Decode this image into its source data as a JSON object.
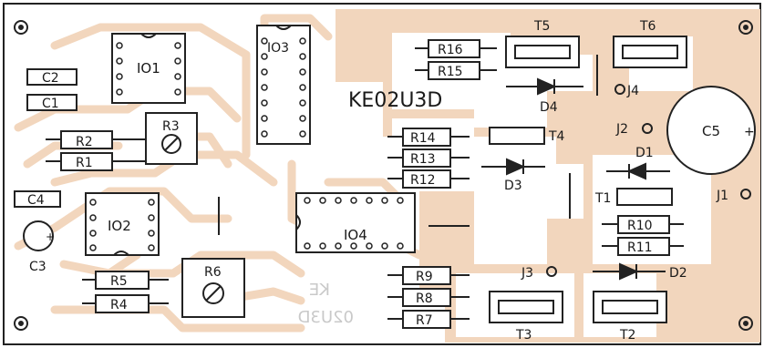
{
  "board": {
    "title": "KE02U3D",
    "mirror_text": [
      "KE",
      "02U3D"
    ]
  },
  "ics": [
    "IO1",
    "IO2",
    "IO3",
    "IO4"
  ],
  "resistors": [
    "R1",
    "R2",
    "R4",
    "R5",
    "R7",
    "R8",
    "R9",
    "R10",
    "R11",
    "R12",
    "R13",
    "R14",
    "R15",
    "R16"
  ],
  "trimmers": [
    "R3",
    "R6"
  ],
  "capacitors": [
    "C1",
    "C2",
    "C3",
    "C4",
    "C5"
  ],
  "diodes": [
    "D1",
    "D2",
    "D3",
    "D4"
  ],
  "transistors": [
    "T1",
    "T2",
    "T3",
    "T4",
    "T5",
    "T6"
  ],
  "jumpers": [
    "J1",
    "J2",
    "J3",
    "J4"
  ],
  "colors": {
    "background": "#ffffff",
    "copper": "#f2d6bd",
    "ink": "#1a1a1a"
  }
}
